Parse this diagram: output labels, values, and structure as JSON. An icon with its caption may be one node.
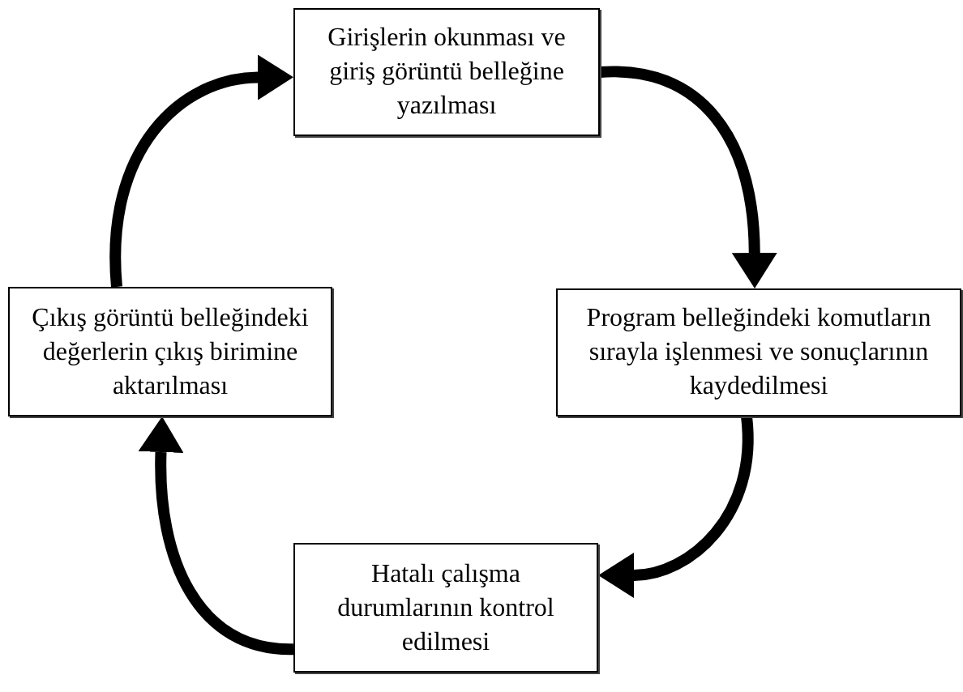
{
  "diagram": {
    "nodes": [
      {
        "text": [
          "Girişlerin okunması ve giriş görüntü belleğine yazılması"
        ]
      },
      {
        "text": [
          "Çıkış görüntü belleğindeki değerlerin çıkış birimine aktarılması"
        ]
      },
      {
        "text": [
          "Program belleğindeki komutların sırayla işlenmesi ve sonuçlarının kaydedilmesi"
        ]
      },
      {
        "text": [
          "Hatalı çalışma durumlarının kontrol edilmesi"
        ]
      }
    ],
    "edges": [
      {
        "from": 0,
        "to": 2,
        "arrow": "to"
      },
      {
        "from": 2,
        "to": 3,
        "arrow": "to"
      },
      {
        "from": 3,
        "to": 1,
        "arrow": "to"
      },
      {
        "from": 1,
        "to": 0,
        "arrow": "to"
      }
    ]
  }
}
